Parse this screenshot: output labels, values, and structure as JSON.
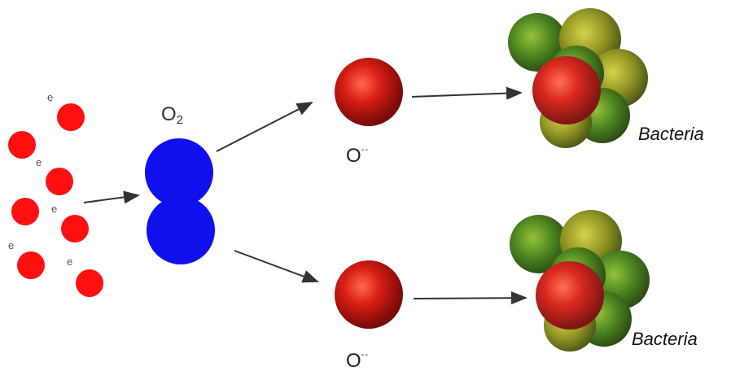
{
  "labels": {
    "electron": "e",
    "oxygen_molecule": "O2",
    "superoxide_base": "O",
    "superoxide_charge": "--",
    "bacteria": "Bacteria"
  },
  "colors": {
    "electron": "#ff1010",
    "oxygen": "#1010ee",
    "superoxide_outer": "#b01010",
    "superoxide_highlight": "#ff6a4a",
    "bacteria_green": "#3a7a10",
    "bacteria_yellow": "#9aa420",
    "arrow": "#333333"
  }
}
